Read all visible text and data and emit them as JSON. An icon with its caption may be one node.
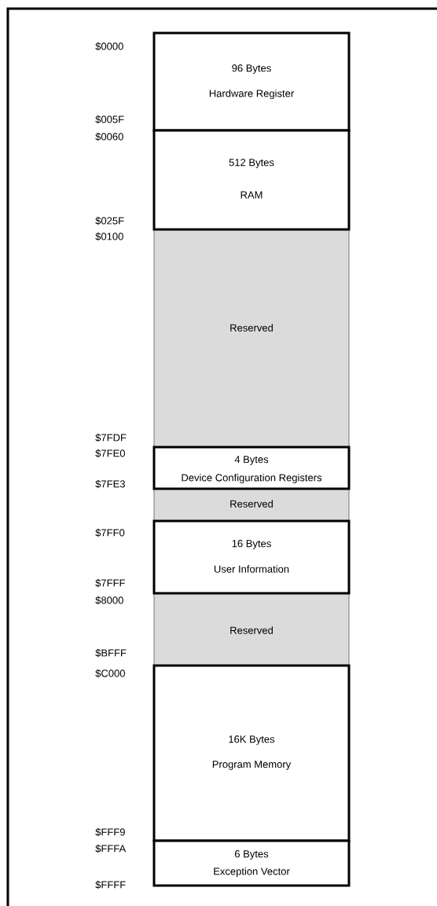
{
  "diagram": {
    "nodes": [
      {
        "text": [
          "96 Bytes",
          "Hardware Register"
        ],
        "beside": [
          "$0000",
          "$005F"
        ]
      },
      {
        "text": [
          "512 Bytes",
          "RAM"
        ],
        "beside": [
          "$0060",
          "$025F"
        ]
      },
      {
        "text": [
          "Reserved"
        ],
        "beside": [
          "$0100",
          "$7FDF"
        ]
      },
      {
        "text": [
          "4 Bytes",
          "Device Configuration Registers"
        ],
        "beside": [
          "$7FE0",
          "$7FE3"
        ]
      },
      {
        "text": [
          "Reserved"
        ]
      },
      {
        "text": [
          "16 Bytes",
          "User Information"
        ],
        "beside": [
          "$7FF0",
          "$7FFF"
        ]
      },
      {
        "text": [
          "Reserved"
        ],
        "beside": [
          "$8000",
          "$BFFF"
        ]
      },
      {
        "text": [
          "16K Bytes",
          "Program Memory"
        ],
        "beside": [
          "$C000",
          "$FFF9"
        ]
      },
      {
        "text": [
          "6 Bytes",
          "Exception Vector"
        ],
        "beside": [
          "$FFFA",
          "$FFFF"
        ]
      }
    ]
  }
}
